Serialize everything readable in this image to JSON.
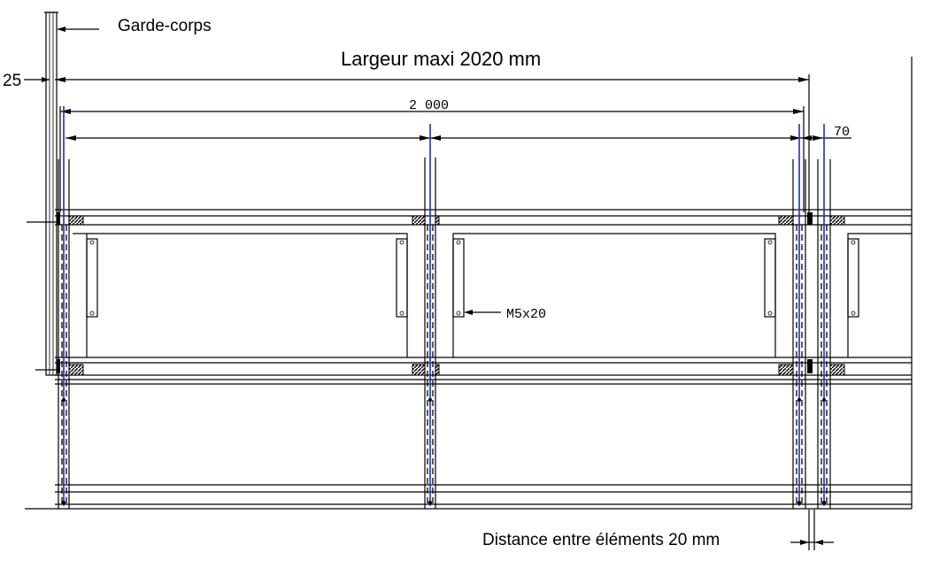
{
  "labels": {
    "railing": "Garde-corps",
    "max_width": "Largeur maxi 2020 mm",
    "offset_25": "25",
    "module_2000": "2 000",
    "gap_70": "70",
    "screw": "M5x20",
    "element_distance": "Distance entre éléments 20 mm"
  },
  "colors": {
    "line": "#000000",
    "axis": "#1f2dbd",
    "block": "#000000"
  }
}
